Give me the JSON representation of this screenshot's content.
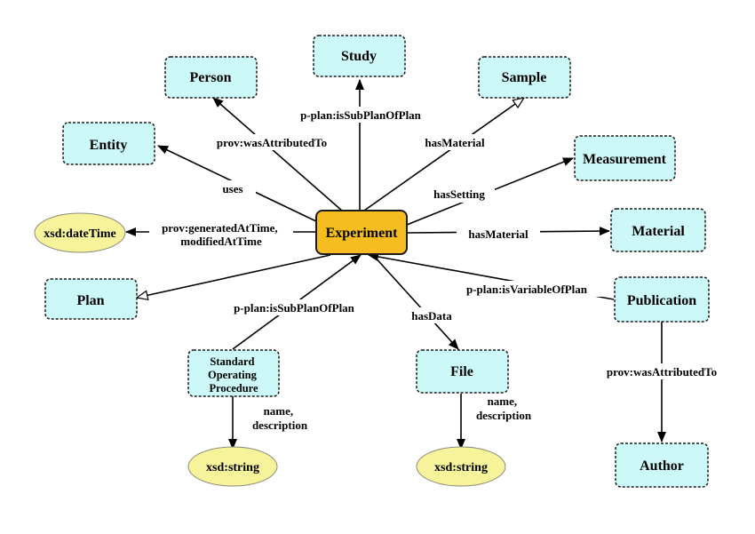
{
  "nodes": {
    "experiment": "Experiment",
    "study": "Study",
    "person": "Person",
    "sample": "Sample",
    "entity": "Entity",
    "measurement": "Measurement",
    "xsd_datetime": "xsd:dateTime",
    "material": "Material",
    "plan": "Plan",
    "publication": "Publication",
    "sop": [
      "Standard",
      "Operating",
      "Procedure"
    ],
    "file": "File",
    "xsd_string_sop": "xsd:string",
    "xsd_string_file": "xsd:string",
    "author": "Author"
  },
  "edges": {
    "is_sub_plan_of_plan_study": "p-plan:isSubPlanOfPlan",
    "was_attributed_to_person": "prov:wasAttributedTo",
    "has_material_sample": "hasMaterial",
    "uses_entity": "uses",
    "has_setting": "hasSetting",
    "generated_at_time": [
      "prov:generatedAtTime,",
      "modifiedAtTime"
    ],
    "has_material_material": "hasMaterial",
    "is_sub_plan_of_plan_sop": "p-plan:isSubPlanOfPlan",
    "has_data": "hasData",
    "is_variable_of_plan": "p-plan:isVariableOfPlan",
    "sop_name_description": [
      "name,",
      "description"
    ],
    "file_name_description": [
      "name,",
      "description"
    ],
    "was_attributed_to_author": "prov:wasAttributedTo"
  }
}
